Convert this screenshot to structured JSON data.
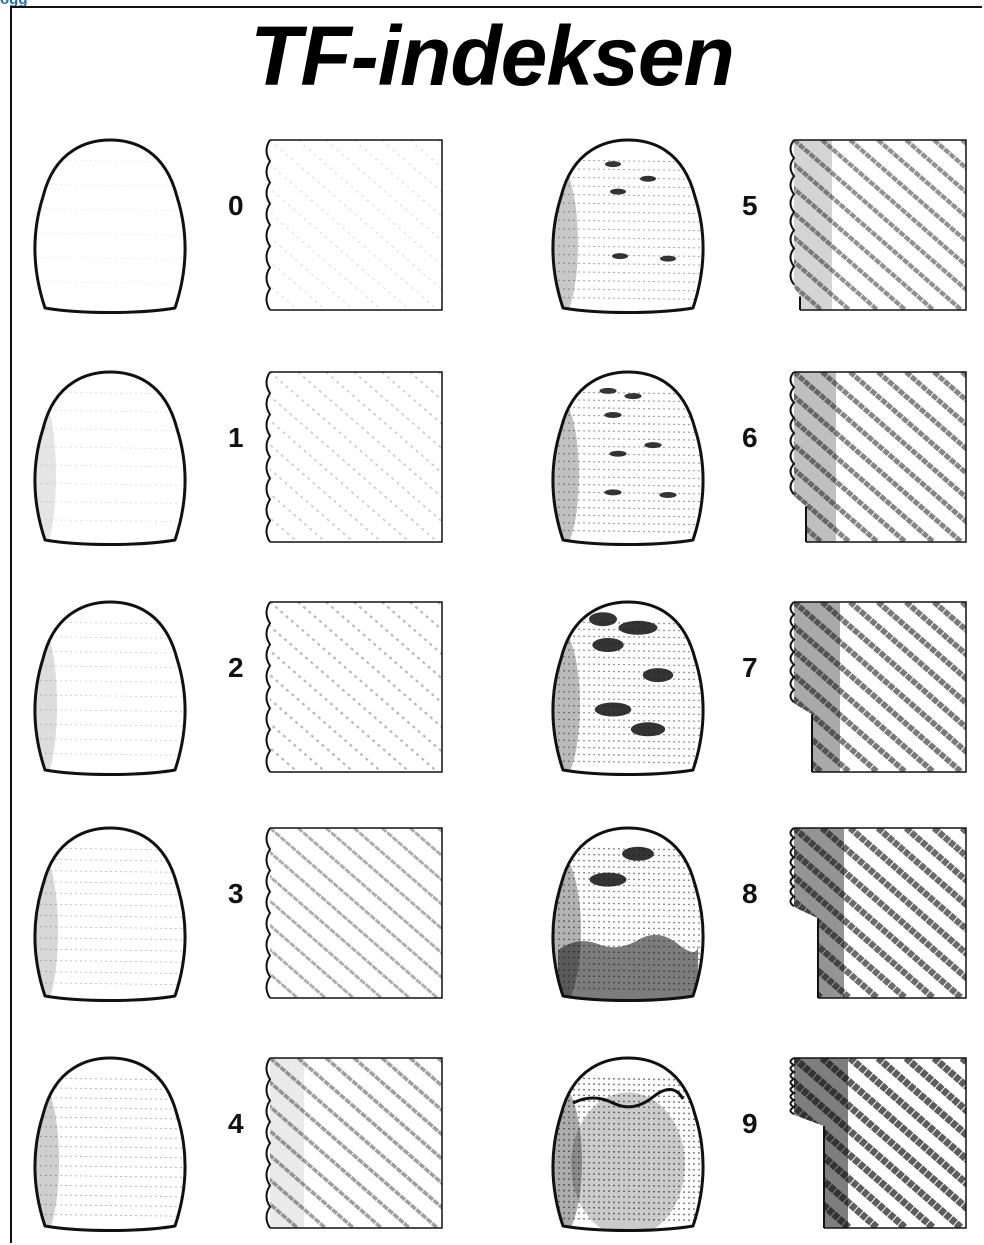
{
  "header": {
    "corner_text": "ogg"
  },
  "title": "TF-indeksen",
  "stages": [
    {
      "index": "0",
      "label": "0",
      "severity": 0.0,
      "column": 0,
      "row": 0
    },
    {
      "index": "1",
      "label": "1",
      "severity": 0.1,
      "column": 0,
      "row": 1
    },
    {
      "index": "2",
      "label": "2",
      "severity": 0.2,
      "column": 0,
      "row": 2
    },
    {
      "index": "3",
      "label": "3",
      "severity": 0.3,
      "column": 0,
      "row": 3
    },
    {
      "index": "4",
      "label": "4",
      "severity": 0.4,
      "column": 0,
      "row": 4
    },
    {
      "index": "5",
      "label": "5",
      "severity": 0.5,
      "column": 1,
      "row": 0
    },
    {
      "index": "6",
      "label": "6",
      "severity": 0.6,
      "column": 1,
      "row": 1
    },
    {
      "index": "7",
      "label": "7",
      "severity": 0.7,
      "column": 1,
      "row": 2
    },
    {
      "index": "8",
      "label": "8",
      "severity": 0.8,
      "column": 1,
      "row": 3
    },
    {
      "index": "9",
      "label": "9",
      "severity": 0.9,
      "column": 1,
      "row": 4
    }
  ],
  "colors": {
    "ink": "#111111",
    "corner_text": "#1f6fa8",
    "background": "#ffffff"
  }
}
